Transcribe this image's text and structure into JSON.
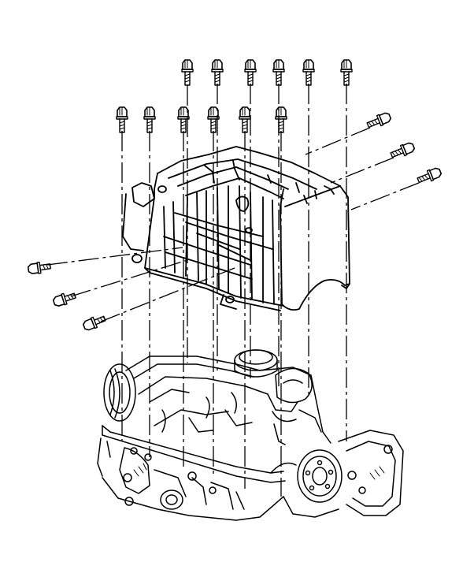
{
  "figure": {
    "style": "black line art on white",
    "bolt_groups": {
      "top_back_row": 6,
      "top_front_row": 6,
      "right_side": 3,
      "left_side": 3
    }
  }
}
